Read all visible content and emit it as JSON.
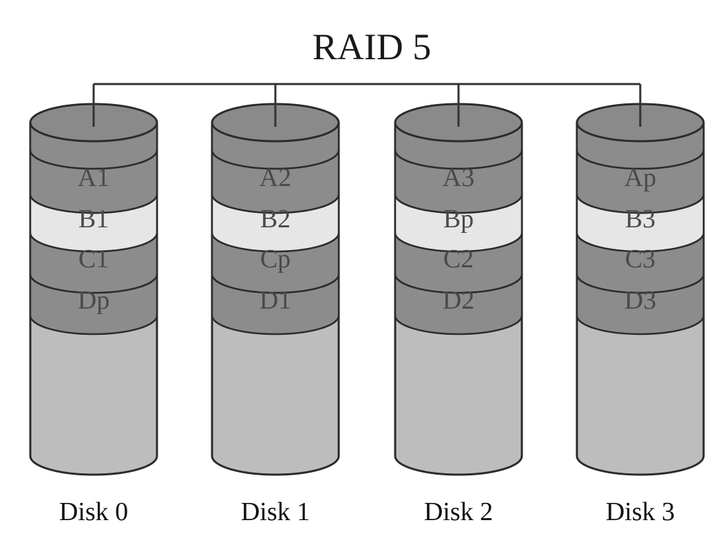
{
  "title": "RAID 5",
  "colors": {
    "band_dark": "#8c8c8c",
    "band_light": "#e6e6e6",
    "disk_body": "#bdbdbd",
    "disk_top": "#8a8a8a",
    "outline": "#2b2b2b",
    "connector": "#333333"
  },
  "disks": [
    {
      "label": "Disk 0",
      "blocks": [
        {
          "text": "A1",
          "shade": "dark"
        },
        {
          "text": "B1",
          "shade": "light"
        },
        {
          "text": "C1",
          "shade": "dark"
        },
        {
          "text": "Dp",
          "shade": "dark"
        }
      ]
    },
    {
      "label": "Disk 1",
      "blocks": [
        {
          "text": "A2",
          "shade": "dark"
        },
        {
          "text": "B2",
          "shade": "light"
        },
        {
          "text": "Cp",
          "shade": "dark"
        },
        {
          "text": "D1",
          "shade": "dark"
        }
      ]
    },
    {
      "label": "Disk 2",
      "blocks": [
        {
          "text": "A3",
          "shade": "dark"
        },
        {
          "text": "Bp",
          "shade": "light"
        },
        {
          "text": "C2",
          "shade": "dark"
        },
        {
          "text": "D2",
          "shade": "dark"
        }
      ]
    },
    {
      "label": "Disk 3",
      "blocks": [
        {
          "text": "Ap",
          "shade": "dark"
        },
        {
          "text": "B3",
          "shade": "light"
        },
        {
          "text": "C3",
          "shade": "dark"
        },
        {
          "text": "D3",
          "shade": "dark"
        }
      ]
    }
  ]
}
